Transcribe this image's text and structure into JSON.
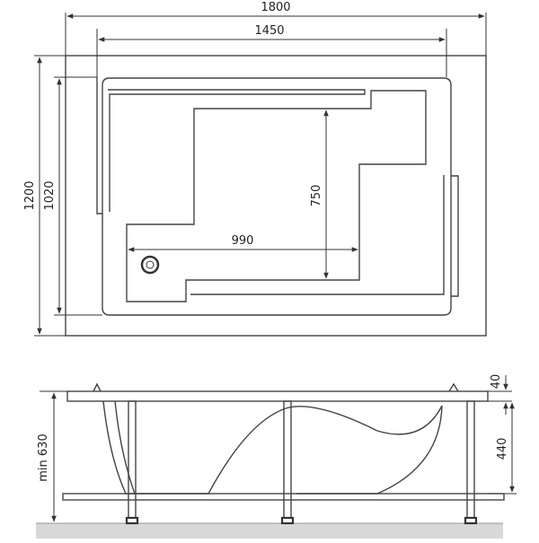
{
  "dimensions": {
    "overall_width": "1800",
    "inner_width": "1450",
    "overall_depth": "1200",
    "inner_depth": "1020",
    "step_depth": "750",
    "bottom_length": "990",
    "min_height": "min 630",
    "rim_thickness": "40",
    "tub_depth": "440"
  },
  "colors": {
    "line": "#444444",
    "ground_fill": "#d8d8d8",
    "background": "#ffffff"
  }
}
